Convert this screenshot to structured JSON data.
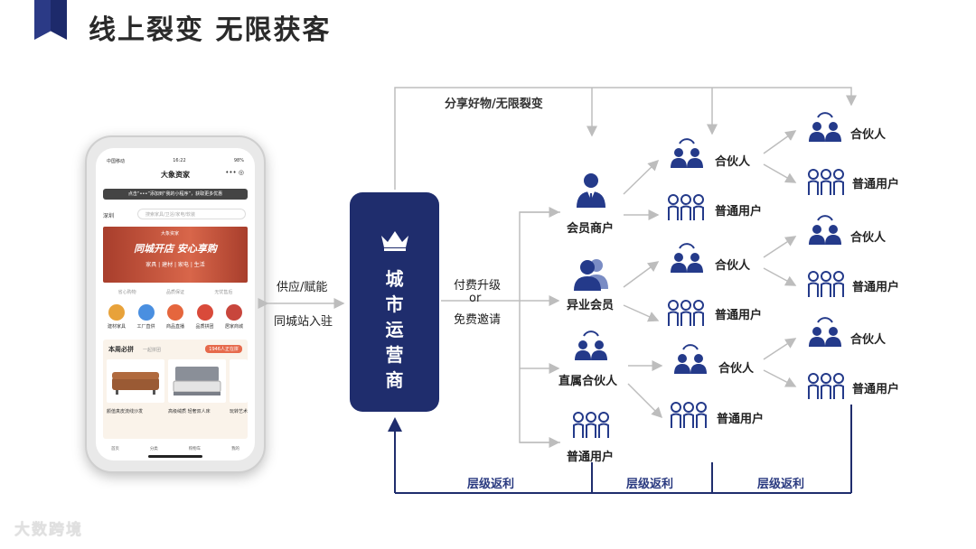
{
  "title": "线上裂变 无限获客",
  "phone": {
    "status_carrier": "中国移动",
    "status_time": "16:22",
    "status_battery": "98%",
    "app_logo": "大象资家",
    "capsule": "••• ◎",
    "tip": "点击“•••”添加到“我的小程序”，获取更多优惠",
    "city": "深圳",
    "search_placeholder": "搜索家具/卫浴/家电/软装",
    "banner_logo": "大象资家",
    "banner_title": "同城开店 安心享购",
    "banner_sub": "家具 | 建材 | 家电 | 生活",
    "badges": [
      "省心购物",
      "品质保证",
      "无忧售后"
    ],
    "icons": [
      {
        "label": "建材家具",
        "color": "#e8a23a"
      },
      {
        "label": "工厂直供",
        "color": "#4a8fe0"
      },
      {
        "label": "商品直播",
        "color": "#e5663d"
      },
      {
        "label": "品质拼团",
        "color": "#d94a3a"
      },
      {
        "label": "居家商城",
        "color": "#c8463c"
      }
    ],
    "weekly_title": "本周必拼",
    "weekly_sub": "一起拼团",
    "weekly_tag": "1946人正在拼",
    "products": [
      "颜值真皮流线沙发",
      "高级绒质 轻奢双人床",
      "玩转艺术"
    ],
    "tabs": [
      "首页",
      "分类",
      "购物车",
      "我的"
    ]
  },
  "diagram": {
    "left_top": "供应/赋能",
    "left_bottom": "同城站入驻",
    "center": "城市运营商",
    "mid_line1": "付费升级",
    "mid_line2": "or",
    "mid_line3": "免费邀请",
    "share_label": "分享好物/无限裂变",
    "nodes": {
      "member_merchant": "会员商户",
      "industry_member": "异业会员",
      "direct_partner": "直属合伙人",
      "normal_user": "普通用户"
    },
    "partner": "合伙人",
    "user": "普通用户",
    "rebate": "层级返利"
  },
  "watermark": "大数跨境",
  "colors": {
    "navy": "#1f2d6d",
    "line": "#bdbdbd",
    "icon_blue": "#243a8a"
  }
}
